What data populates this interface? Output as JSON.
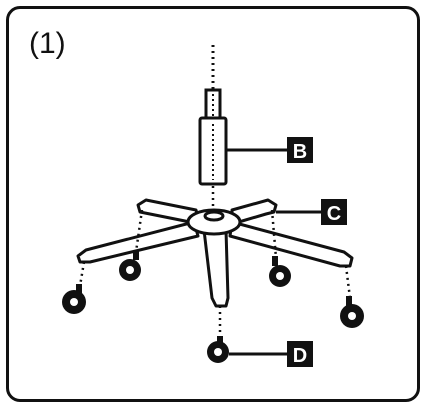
{
  "step_label": "(1)",
  "callouts": {
    "b": "B",
    "c": "C",
    "d": "D"
  },
  "colors": {
    "ink": "#111111",
    "paper": "#ffffff"
  }
}
